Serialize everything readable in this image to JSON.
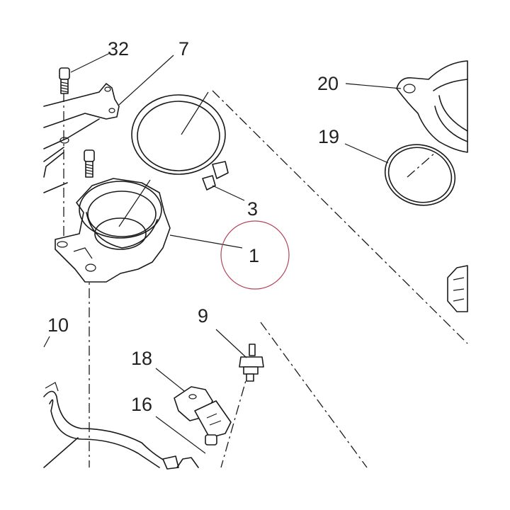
{
  "callouts": [
    {
      "id": "c32",
      "label": "32"
    },
    {
      "id": "c7",
      "label": "7"
    },
    {
      "id": "c20",
      "label": "20"
    },
    {
      "id": "c19",
      "label": "19"
    },
    {
      "id": "c3",
      "label": "3"
    },
    {
      "id": "c1",
      "label": "1"
    },
    {
      "id": "c10",
      "label": "10"
    },
    {
      "id": "c9",
      "label": "9"
    },
    {
      "id": "c18",
      "label": "18"
    },
    {
      "id": "c16",
      "label": "16"
    }
  ],
  "highlight": {
    "target": "1",
    "color": "#b0475a"
  },
  "colors": {
    "ink": "#1a1a1a",
    "background": "#ffffff"
  }
}
